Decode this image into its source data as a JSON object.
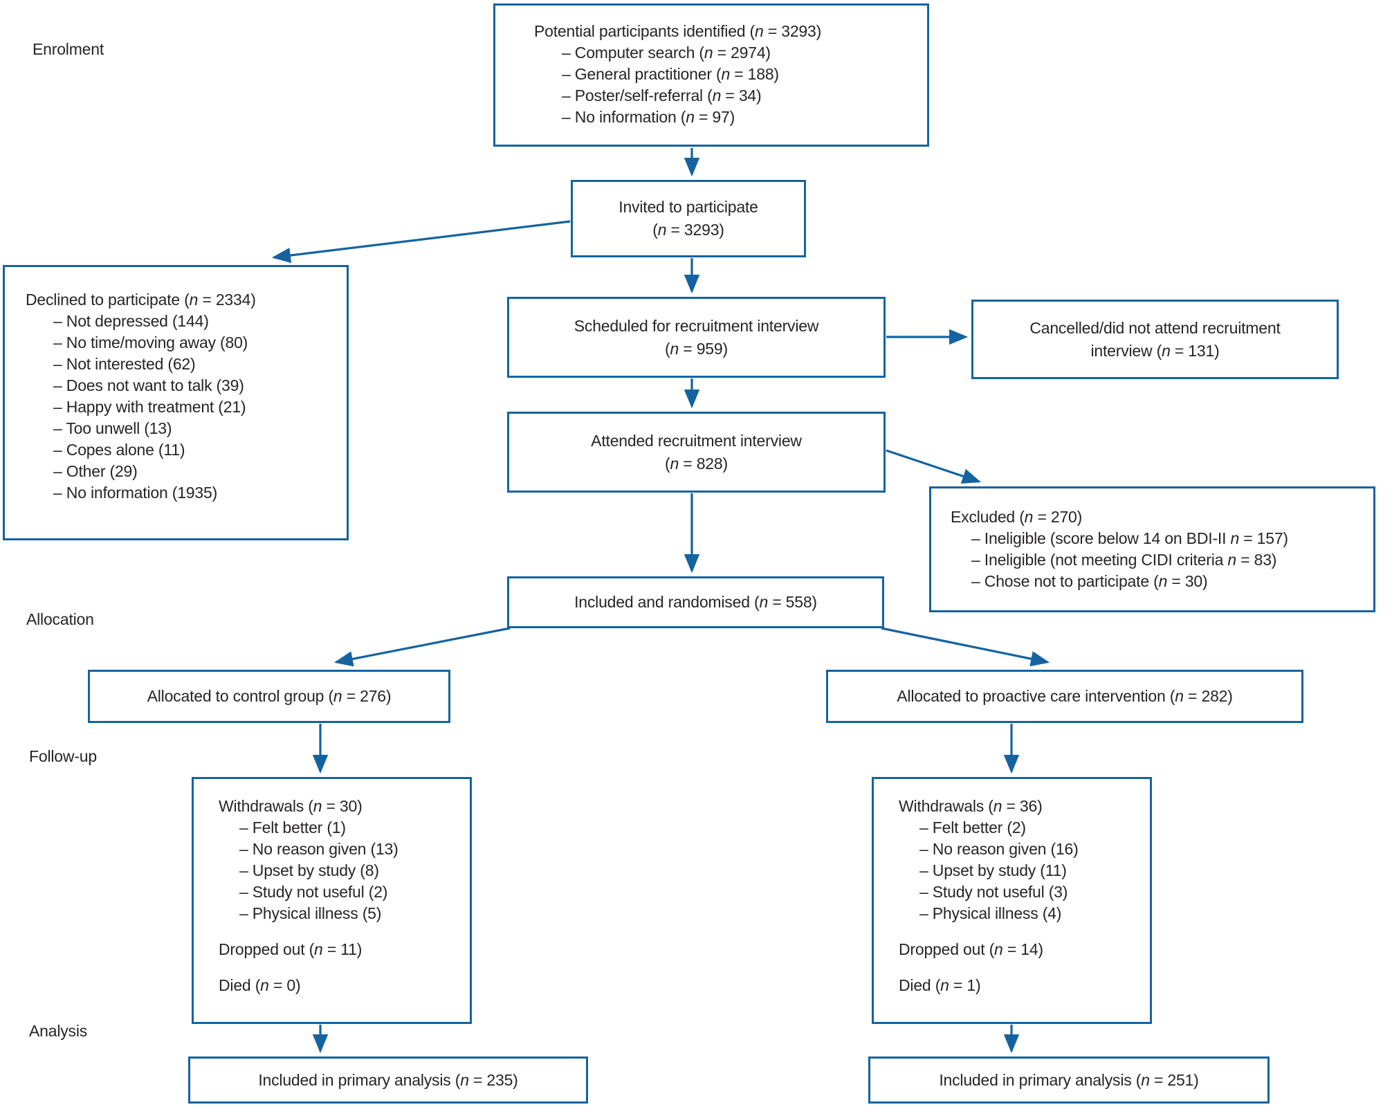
{
  "palette": {
    "line_blue": "#1463a0",
    "text": "#272425",
    "background": "#ffffff"
  },
  "stage_labels": {
    "enrolment": "Enrolment",
    "allocation": "Allocation",
    "follow_up": "Follow-up",
    "analysis": "Analysis"
  },
  "boxes": {
    "potential": {
      "title": "Potential participants identified (n = 3293)",
      "items": [
        "– Computer search (n = 2974)",
        "– General practitioner (n = 188)",
        "– Poster/self-referral (n = 34)",
        "– No information (n = 97)"
      ]
    },
    "invited": {
      "line1": "Invited to participate",
      "line2": "(n = 3293)"
    },
    "declined": {
      "title": "Declined to participate (n = 2334)",
      "items": [
        "– Not depressed (144)",
        "– No time/moving away (80)",
        "– Not interested (62)",
        "– Does not want to talk (39)",
        "– Happy with treatment (21)",
        "– Too unwell (13)",
        "– Copes alone (11)",
        "– Other (29)",
        "– No information (1935)"
      ]
    },
    "scheduled": {
      "line1": "Scheduled for recruitment interview",
      "line2": "(n = 959)"
    },
    "cancelled": {
      "line1": "Cancelled/did not attend recruitment",
      "line2": "interview (n = 131)"
    },
    "attended": {
      "line1": "Attended recruitment interview",
      "line2": "(n = 828)"
    },
    "excluded": {
      "title": "Excluded (n = 270)",
      "items": [
        "– Ineligible (score below 14 on BDI-II n = 157)",
        "– Ineligible (not meeting CIDI criteria n = 83)",
        "– Chose not to participate (n = 30)"
      ]
    },
    "randomised": {
      "title": "Included and randomised (n = 558)"
    },
    "allocated_control": {
      "title": "Allocated to control group (n = 276)"
    },
    "allocated_intervention": {
      "title": "Allocated to proactive care intervention (n = 282)"
    },
    "withdrawals_control": {
      "title": "Withdrawals (n = 30)",
      "items": [
        "– Felt better (1)",
        "– No reason given (13)",
        "– Upset by study (8)",
        "– Study not useful (2)",
        "– Physical illness (5)"
      ],
      "dropped_out": "Dropped out (n = 11)",
      "died": "Died (n = 0)"
    },
    "withdrawals_intervention": {
      "title": "Withdrawals (n = 36)",
      "items": [
        "– Felt better (2)",
        "– No reason given (16)",
        "– Upset by study (11)",
        "– Study not useful (3)",
        "– Physical illness (4)"
      ],
      "dropped_out": "Dropped out (n = 14)",
      "died": "Died (n = 1)"
    },
    "analysis_control": {
      "title": "Included in primary analysis (n = 235)"
    },
    "analysis_intervention": {
      "title": "Included in primary analysis (n = 251)"
    }
  }
}
